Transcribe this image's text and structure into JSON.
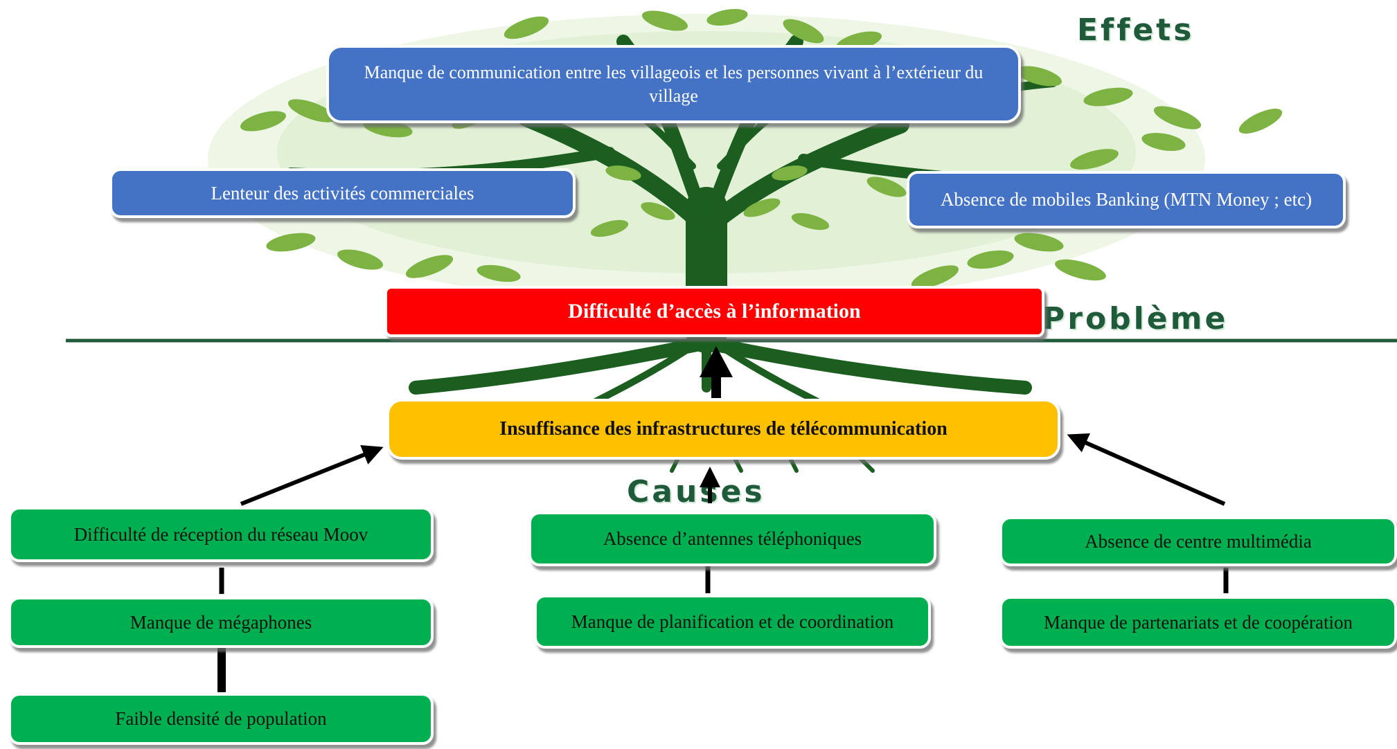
{
  "labels": {
    "effects": "Effets",
    "problem": "Problème",
    "causes": "Causes"
  },
  "effects": {
    "communication": "Manque de communication entre les villageois et les personnes vivant à l’extérieur du village",
    "commerce": "Lenteur des activités commerciales",
    "mobile_banking": "Absence de mobiles Banking (MTN Money ; etc)"
  },
  "problem": "Difficulté d’accès à l’information",
  "core_cause": "Insuffisance des infrastructures de télécommunication",
  "causes": {
    "left": [
      "Difficulté de réception du réseau Moov",
      "Manque de mégaphones",
      "Faible densité de population"
    ],
    "center": [
      "Absence d’antennes téléphoniques",
      "Manque de planification et de coordination"
    ],
    "right": [
      "Absence de centre multimédia",
      "Manque de partenariats et de coopération"
    ]
  },
  "colors": {
    "effect": "#4472c4",
    "problem": "#ff0000",
    "core_cause": "#ffc000",
    "cause": "#00b050",
    "tree_leaf": "#7cb342",
    "tree_trunk": "#1b5e20",
    "ground_line": "#1f5a3a"
  }
}
